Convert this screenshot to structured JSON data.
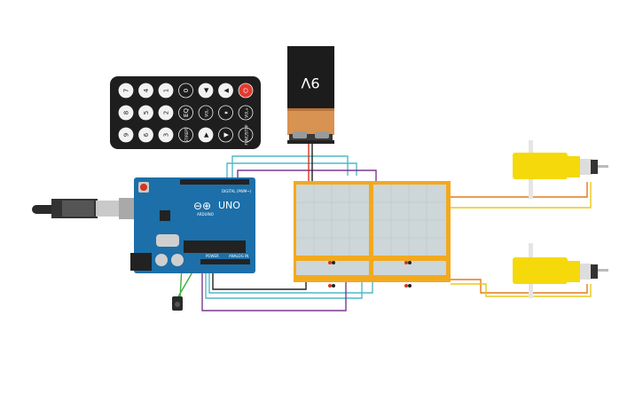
{
  "remote": {
    "keys": [
      {
        "label": "7"
      },
      {
        "label": "4"
      },
      {
        "label": "1"
      },
      {
        "label": "0"
      },
      {
        "label": "◀"
      },
      {
        "label": "▲"
      },
      {
        "label": "⏻"
      },
      {
        "label": "8"
      },
      {
        "label": "5"
      },
      {
        "label": "2"
      },
      {
        "label": "EQ"
      },
      {
        "label": "VOL-"
      },
      {
        "label": "⏸"
      },
      {
        "label": "VOL+"
      },
      {
        "label": "9"
      },
      {
        "label": "6"
      },
      {
        "label": "3"
      },
      {
        "label": "ST/REPT"
      },
      {
        "label": "▶"
      },
      {
        "label": "▼"
      },
      {
        "label": "FUNC/STOP"
      }
    ]
  },
  "battery": {
    "label": "9V"
  },
  "arduino": {
    "brand": "UNO",
    "sub": "ARDUINO",
    "header_digital": "DIGITAL (PWM~)",
    "header_power": "POWER",
    "header_analog": "ANALOG IN"
  },
  "colors": {
    "wire_red": "#d2361e",
    "wire_black": "#222222",
    "wire_cyan": "#4fb8c8",
    "wire_purple": "#7a3a8c",
    "wire_green": "#3bb03b",
    "wire_orange": "#e07b1a",
    "wire_yellow": "#e8c81a",
    "motor_yellow": "#f5d90a",
    "board_blue": "#1c6fa8",
    "breadboard_frame": "#f2a91e"
  }
}
